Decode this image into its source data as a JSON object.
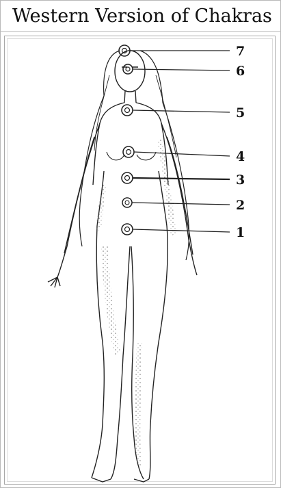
{
  "figure": {
    "caption": "Western Version of Chakras",
    "chakras": [
      {
        "label": "7"
      },
      {
        "label": "6"
      },
      {
        "label": "5"
      },
      {
        "label": "4"
      },
      {
        "label": "3"
      },
      {
        "label": "2"
      },
      {
        "label": "1"
      }
    ]
  },
  "colors": {
    "line": "#222222",
    "border": "#a9a9a9"
  }
}
